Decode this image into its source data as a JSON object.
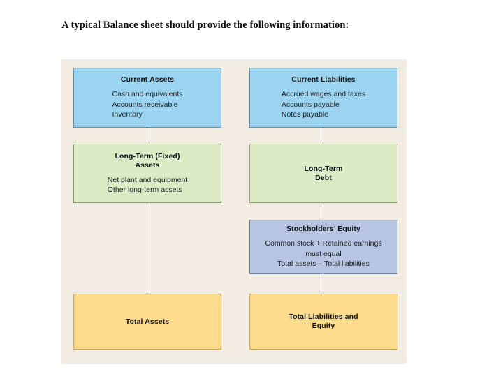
{
  "page": {
    "title": "A typical Balance sheet should provide the following information:"
  },
  "colors": {
    "panel_background": "#f2ece3",
    "blue_fill": "#9ad4f0",
    "green_fill": "#dcebc6",
    "periwinkle_fill": "#b7c4e2",
    "yellow_fill": "#fcdc8c",
    "border": "#6f7072",
    "text": "#101418"
  },
  "diagram": {
    "assets_column": {
      "current_assets": {
        "title": "Current Assets",
        "lines": [
          "Cash and equivalents",
          "Accounts receivable",
          "Inventory"
        ]
      },
      "long_term_assets": {
        "title": "Long-Term (Fixed)\nAssets",
        "title_line_1": "Long-Term (Fixed)",
        "title_line_2": "Assets",
        "lines": [
          "Net plant and equipment",
          "Other long-term assets"
        ]
      },
      "total_assets": {
        "title": "Total Assets",
        "lines": []
      }
    },
    "liabilities_column": {
      "current_liabilities": {
        "title": "Current Liabilities",
        "lines": [
          "Accrued wages and taxes",
          "Accounts payable",
          "Notes payable"
        ]
      },
      "long_term_debt": {
        "title_line_1": "Long-Term",
        "title_line_2": "Debt",
        "lines": []
      },
      "stockholders_equity": {
        "title": "Stockholders’ Equity",
        "lines": [
          "Common stock + Retained earnings",
          "must equal",
          "Total assets – Total liabilities"
        ]
      },
      "total_liabilities_and_equity": {
        "title_line_1": "Total Liabilities and",
        "title_line_2": "Equity",
        "lines": []
      }
    }
  }
}
